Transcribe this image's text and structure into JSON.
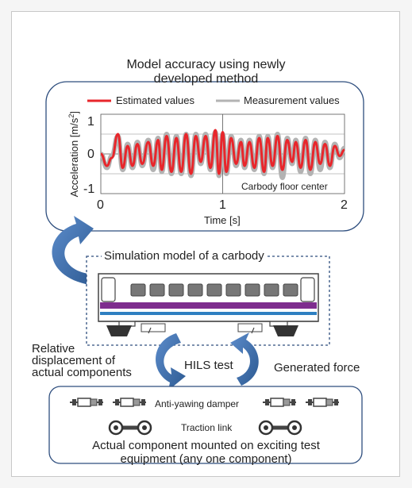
{
  "chart": {
    "title_line1": "Model accuracy using newly",
    "title_line2": "developed method",
    "legend": {
      "estimated": "Estimated values",
      "measured": "Measurement values"
    },
    "ylabel_base": "Acceleration [m/s",
    "ylabel_sup": "2",
    "ylabel_end": "]",
    "xlabel": "Time [s]",
    "annotation": "Carbody floor center",
    "xticks": [
      "0",
      "1",
      "2"
    ],
    "yticks": [
      "1",
      "0",
      "-1"
    ]
  },
  "chart_data": {
    "type": "line",
    "title": "Model accuracy using newly developed method",
    "xlabel": "Time [s]",
    "ylabel": "Acceleration [m/s2]",
    "xlim": [
      0,
      2
    ],
    "ylim": [
      -1,
      1
    ],
    "grid": true,
    "legend_position": "top",
    "series": [
      {
        "name": "Estimated values",
        "color": "#e8262b",
        "x": [
          0,
          0.05,
          0.09,
          0.14,
          0.18,
          0.22,
          0.26,
          0.3,
          0.34,
          0.39,
          0.43,
          0.47,
          0.5,
          0.54,
          0.58,
          0.62,
          0.66,
          0.7,
          0.74,
          0.78,
          0.82,
          0.86,
          0.9,
          0.94,
          0.97,
          1.0,
          1.03,
          1.07,
          1.11,
          1.15,
          1.18,
          1.22,
          1.26,
          1.3,
          1.34,
          1.37,
          1.41,
          1.45,
          1.49,
          1.53,
          1.57,
          1.6,
          1.64,
          1.68,
          1.72,
          1.76,
          1.8,
          1.84,
          1.88,
          1.92,
          1.96,
          2.0
        ],
        "values": [
          0.0,
          -0.3,
          -0.1,
          0.5,
          -0.35,
          0.2,
          -0.3,
          0.25,
          -0.25,
          0.3,
          -0.3,
          0.35,
          -0.4,
          0.45,
          -0.45,
          0.4,
          -0.45,
          0.5,
          -0.5,
          0.45,
          -0.2,
          0.45,
          -0.35,
          0.6,
          -0.5,
          0.55,
          -0.45,
          0.4,
          -0.25,
          0.3,
          -0.3,
          0.3,
          -0.35,
          0.4,
          -0.45,
          0.4,
          -0.3,
          0.45,
          -0.4,
          0.35,
          -0.2,
          0.3,
          -0.35,
          0.35,
          -0.4,
          0.3,
          -0.25,
          0.25,
          -0.3,
          0.2,
          -0.05,
          0.1
        ]
      },
      {
        "name": "Measurement values",
        "color": "#b3b3b3",
        "x": [
          0,
          0.05,
          0.09,
          0.14,
          0.18,
          0.22,
          0.26,
          0.3,
          0.34,
          0.39,
          0.43,
          0.47,
          0.5,
          0.54,
          0.58,
          0.62,
          0.66,
          0.7,
          0.74,
          0.78,
          0.82,
          0.86,
          0.9,
          0.94,
          0.97,
          1.0,
          1.03,
          1.07,
          1.11,
          1.15,
          1.18,
          1.22,
          1.26,
          1.3,
          1.34,
          1.37,
          1.41,
          1.45,
          1.49,
          1.53,
          1.57,
          1.6,
          1.64,
          1.68,
          1.72,
          1.76,
          1.8,
          1.84,
          1.88,
          1.92,
          1.96,
          2.0
        ],
        "values": [
          0.0,
          -0.35,
          -0.05,
          0.45,
          -0.4,
          0.25,
          -0.35,
          0.3,
          -0.3,
          0.35,
          -0.4,
          0.4,
          -0.45,
          0.5,
          -0.5,
          0.45,
          -0.5,
          0.5,
          -0.55,
          0.5,
          -0.25,
          0.5,
          -0.4,
          0.55,
          -0.55,
          0.5,
          -0.5,
          0.45,
          -0.3,
          0.35,
          -0.35,
          0.35,
          -0.4,
          0.45,
          -0.5,
          0.45,
          -0.35,
          0.5,
          -0.6,
          0.4,
          -0.25,
          0.35,
          -0.45,
          0.4,
          -0.5,
          0.35,
          -0.4,
          0.3,
          -0.35,
          0.25,
          -0.1,
          0.15
        ]
      }
    ]
  },
  "diagram": {
    "carbody_label": "Simulation model of a carbody",
    "relative_line1": "Relative",
    "relative_line2": "displacement of",
    "relative_line3": "actual components",
    "hils_label": "HILS test",
    "generated_label": "Generated force",
    "damper_label": "Anti-yawing damper",
    "traction_label": "Traction link",
    "component_line1": "Actual component mounted on exciting test",
    "component_line2": "equipment (any one component)"
  },
  "colors": {
    "estimated": "#e8262b",
    "measured": "#b3b3b3",
    "arrow": "#3e6fa8",
    "box_border": "#2e4e7e",
    "car_purple": "#7e2d8e",
    "car_blue": "#2f7fc1"
  }
}
